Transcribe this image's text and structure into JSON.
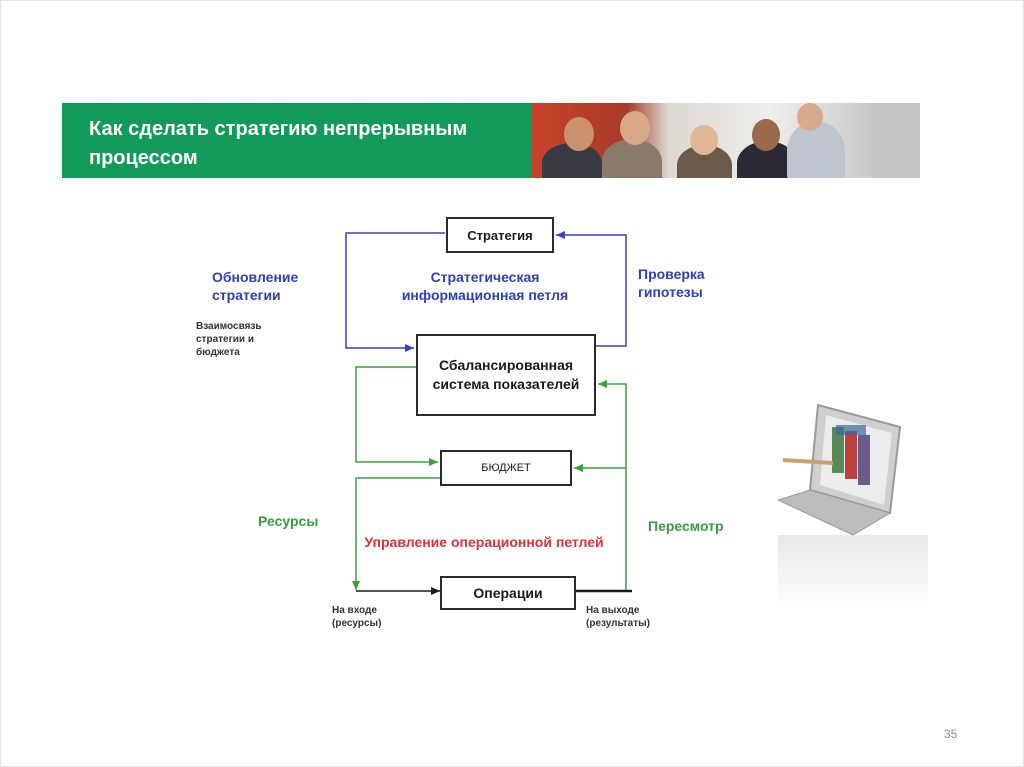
{
  "slide": {
    "title": "Как сделать стратегию непрерывным процессом",
    "page_number": "35",
    "colors": {
      "banner": "#119a5a",
      "strategic_loop": "#3b3fc8",
      "operational_loop": "#3aa040",
      "operational_label": "#d8323c"
    },
    "images": [
      "team-photo",
      "laptop-photo"
    ]
  },
  "diagram": {
    "boxes": {
      "strategy": "Стратегия",
      "bsc": "Сбалансированная система показателей",
      "budget": "БЮДЖЕТ",
      "operations": "Операции"
    },
    "labels": {
      "update_strategy": "Обновление стратегии",
      "strategy_budget_link": "Взаимосвязь стратегии и бюджета",
      "strategic_loop": "Стратегическая информационная петля",
      "hypothesis_check": "Проверка гипотезы",
      "resources": "Ресурсы",
      "operational_loop": "Управление операционной петлей",
      "review": "Пересмотр",
      "input": "На входе (ресурсы)",
      "output": "На выходе (результаты)"
    }
  }
}
